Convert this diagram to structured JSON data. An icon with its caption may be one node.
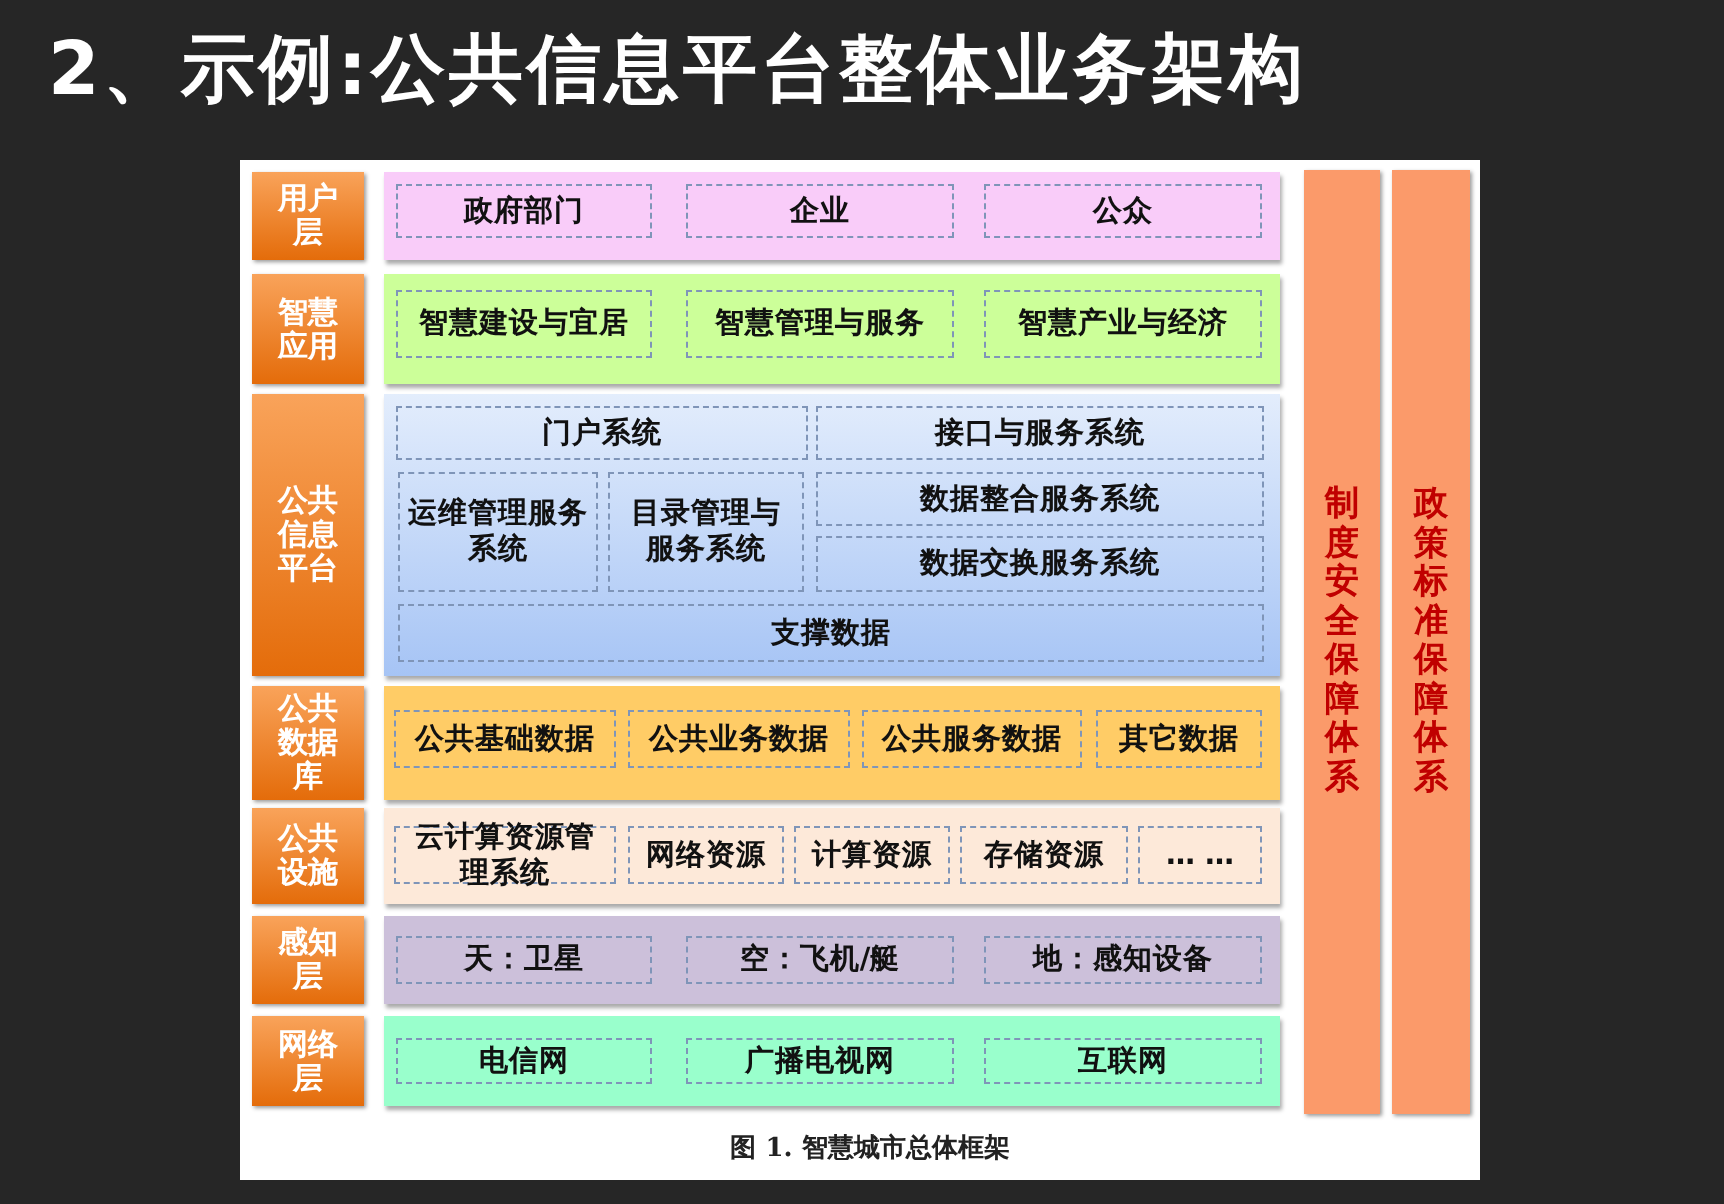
{
  "diagram": {
    "title": "2、示例:公共信息平台整体业务架构",
    "caption": "图 1. 智慧城市总体框架",
    "nodes": [
      {
        "text": [
          "用户层"
        ]
      },
      {
        "text": [],
        "shape": "box"
      },
      {
        "text": [
          "政府部门"
        ],
        "in": 1
      },
      {
        "text": [
          "企业"
        ],
        "in": 1
      },
      {
        "text": [
          "公众"
        ],
        "in": 1
      },
      {
        "text": [
          "智慧应用"
        ]
      },
      {
        "text": [],
        "shape": "box"
      },
      {
        "text": [
          "智慧建设与宜居"
        ],
        "in": 6
      },
      {
        "text": [
          "智慧管理与服务"
        ],
        "in": 6
      },
      {
        "text": [
          "智慧产业与经济"
        ],
        "in": 6
      },
      {
        "text": [
          "公共信息平台"
        ]
      },
      {
        "text": [],
        "shape": "box"
      },
      {
        "text": [
          "门户系统"
        ],
        "in": 11
      },
      {
        "text": [
          "接口与服务系统"
        ],
        "in": 11
      },
      {
        "text": [
          "运维管理服务系统"
        ],
        "in": 11
      },
      {
        "text": [
          "目录管理与服务系统"
        ],
        "in": 11
      },
      {
        "text": [
          "数据整合服务系统"
        ],
        "in": 11
      },
      {
        "text": [
          "数据交换服务系统"
        ],
        "in": 11
      },
      {
        "text": [
          "支撑数据"
        ],
        "in": 11
      },
      {
        "text": [
          "公共数据库"
        ]
      },
      {
        "text": [],
        "shape": "box"
      },
      {
        "text": [
          "公共基础数据"
        ],
        "in": 20
      },
      {
        "text": [
          "公共业务数据"
        ],
        "in": 20
      },
      {
        "text": [
          "公共服务数据"
        ],
        "in": 20
      },
      {
        "text": [
          "其它数据"
        ],
        "in": 20
      },
      {
        "text": [
          "公共设施"
        ]
      },
      {
        "text": [],
        "shape": "box"
      },
      {
        "text": [
          "云计算资源管理系统"
        ],
        "in": 26
      },
      {
        "text": [
          "网络资源"
        ],
        "in": 26
      },
      {
        "text": [
          "计算资源"
        ],
        "in": 26
      },
      {
        "text": [
          "存储资源"
        ],
        "in": 26
      },
      {
        "text": [
          "… …"
        ],
        "in": 26
      },
      {
        "text": [
          "感知层"
        ]
      },
      {
        "text": [],
        "shape": "box"
      },
      {
        "text": [
          "天：卫星"
        ],
        "in": 33
      },
      {
        "text": [
          "空：飞机/艇"
        ],
        "in": 33
      },
      {
        "text": [
          "地：感知设备"
        ],
        "in": 33
      },
      {
        "text": [
          "网络层"
        ]
      },
      {
        "text": [],
        "shape": "box"
      },
      {
        "text": [
          "电信网"
        ],
        "in": 38
      },
      {
        "text": [
          "广播电视网"
        ],
        "in": 38
      },
      {
        "text": [
          "互联网"
        ],
        "in": 38
      },
      {
        "text": [
          "制度安全保障体系"
        ]
      },
      {
        "text": [
          "政策标准保障体系"
        ]
      }
    ]
  }
}
